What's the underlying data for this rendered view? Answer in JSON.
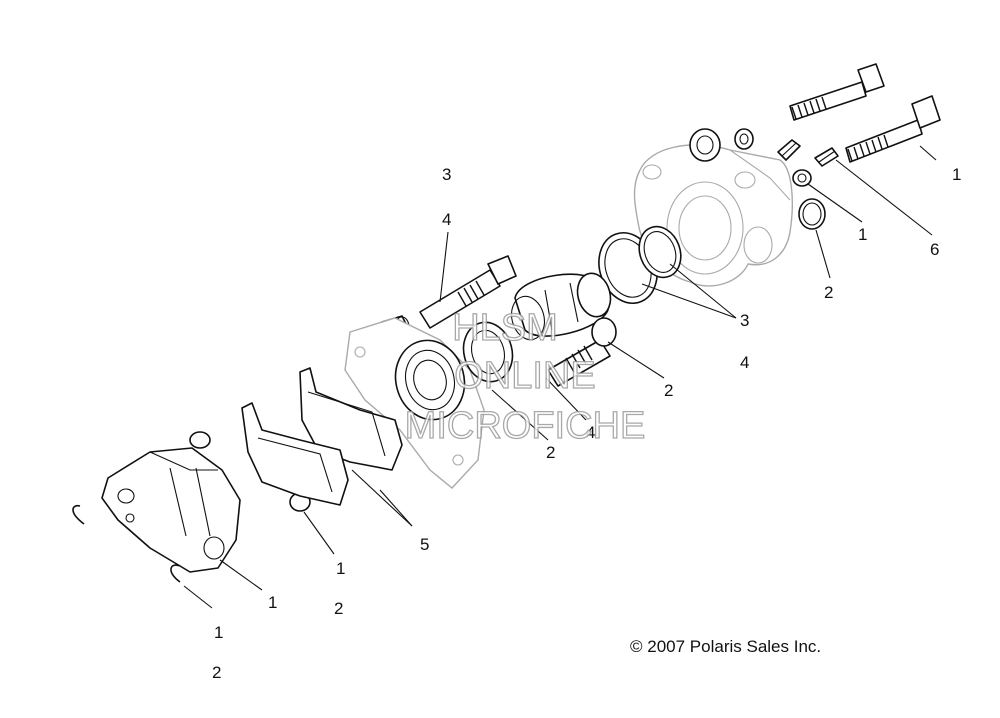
{
  "diagram": {
    "callouts": {
      "c1": "3",
      "c2": "4",
      "c3": "1",
      "c4": "1",
      "c5": "6",
      "c6": "2",
      "c7": "3",
      "c8": "4",
      "c9": "2",
      "c10": "4",
      "c11": "2",
      "c12": "5",
      "c13": "1",
      "c14": "2",
      "c15": "1",
      "c16": "1",
      "c17": "2"
    },
    "copyright": "© 2007 Polaris Sales Inc.",
    "watermark": {
      "line1": "HLSM",
      "line2": "ONLINE",
      "line3": "MICROFICHE"
    }
  }
}
